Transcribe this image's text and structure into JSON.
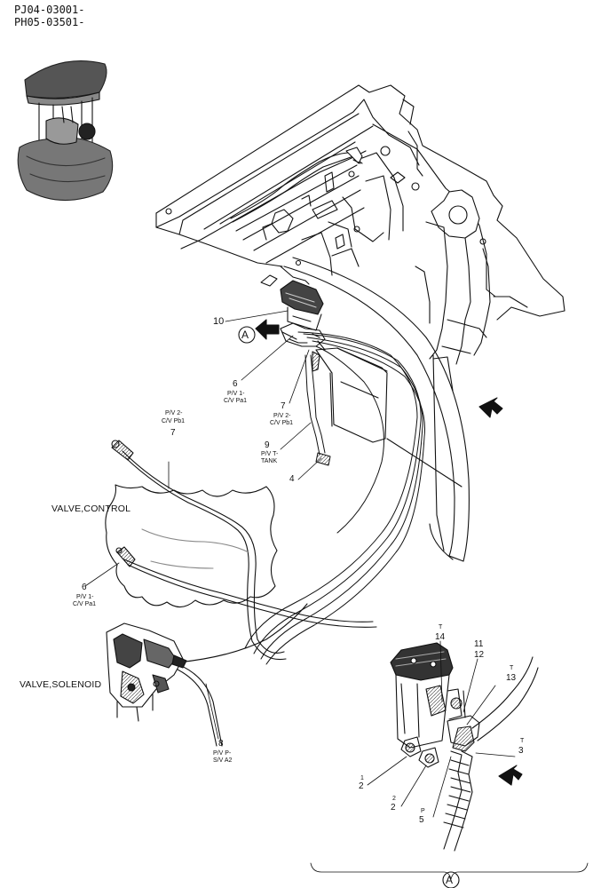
{
  "header": {
    "line1": "PJ04-03001-",
    "line2": "PH05-03501-"
  },
  "components": {
    "control_valve": "VALVE,CONTROL",
    "solenoid_valve": "VALVE,SOLENOID"
  },
  "view_marker": {
    "letter": "A"
  },
  "callouts": {
    "p10": "10",
    "p6_top": "6",
    "p6_top_a": "P/V 1-",
    "p6_top_b": "C/V Pa1",
    "p7_top": "7",
    "p7_top_a": "P/V 2-",
    "p7_top_b": "C/V Pb1",
    "p9": "9",
    "p9_a": "P/V T-",
    "p9_b": "TANK",
    "p4": "4",
    "p7_left": "7",
    "p7_left_a": "P/V 2-",
    "p7_left_b": "C/V Pb1",
    "p6_left": "6",
    "p6_left_a": "P/V 1-",
    "p6_left_b": "C/V Pa1",
    "p8": "8",
    "p8_a": "P/V P-",
    "p8_b": "S/V A2",
    "p14": "14",
    "p14_port": "T",
    "p11": "11",
    "p12": "12",
    "p13": "13",
    "p13_port": "T",
    "p3": "3",
    "p3_port": "T",
    "p2a": "2",
    "p2a_port": "1",
    "p2b": "2",
    "p2b_port": "2",
    "p5": "5",
    "p5_port": "P"
  }
}
